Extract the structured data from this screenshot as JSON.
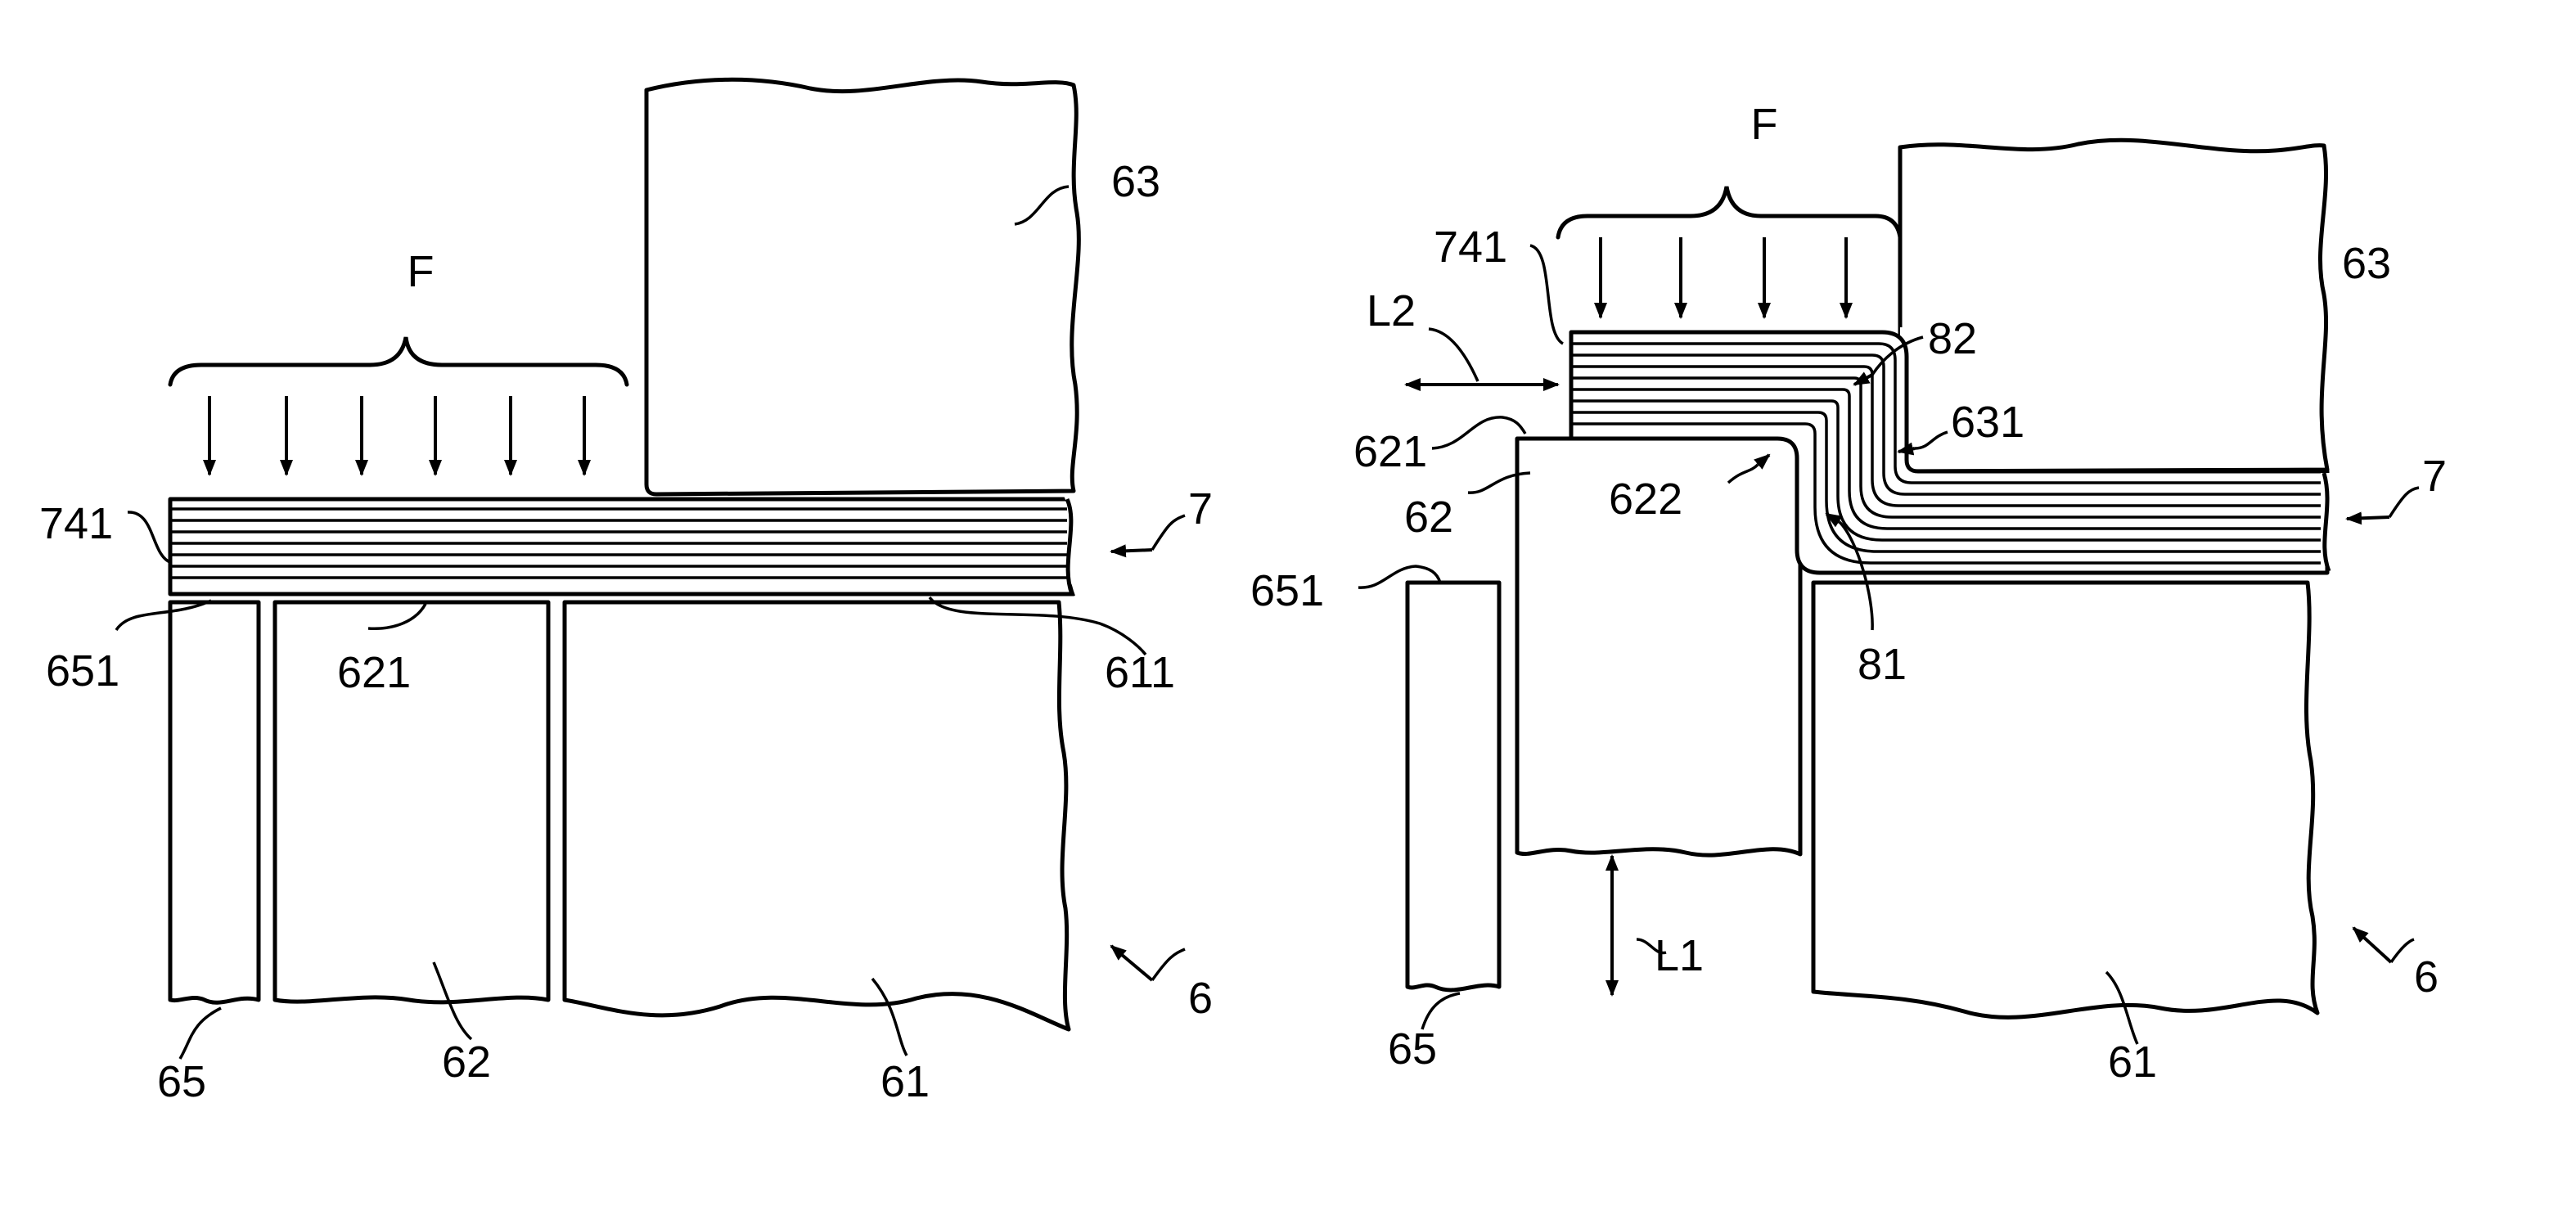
{
  "labels": {
    "left": {
      "force": "F",
      "upper_block": "63",
      "stack_end": "741",
      "assembly": "7",
      "tool": "6",
      "edge_65": "651",
      "edge_62": "621",
      "edge_61": "611",
      "part_65": "65",
      "part_62": "62",
      "part_61": "61"
    },
    "right": {
      "force": "F",
      "upper_block": "63",
      "stack_end": "741",
      "move_l2": "L2",
      "bend_outer": "82",
      "edge_62": "621",
      "step_63": "631",
      "part_62_top": "62",
      "step_62": "622",
      "assembly": "7",
      "edge_65": "651",
      "bend_inner": "81",
      "move_l1": "L1",
      "tool": "6",
      "part_65": "65",
      "part_61": "61"
    }
  },
  "colors": {
    "ink": "#000000",
    "paper": "#ffffff"
  }
}
